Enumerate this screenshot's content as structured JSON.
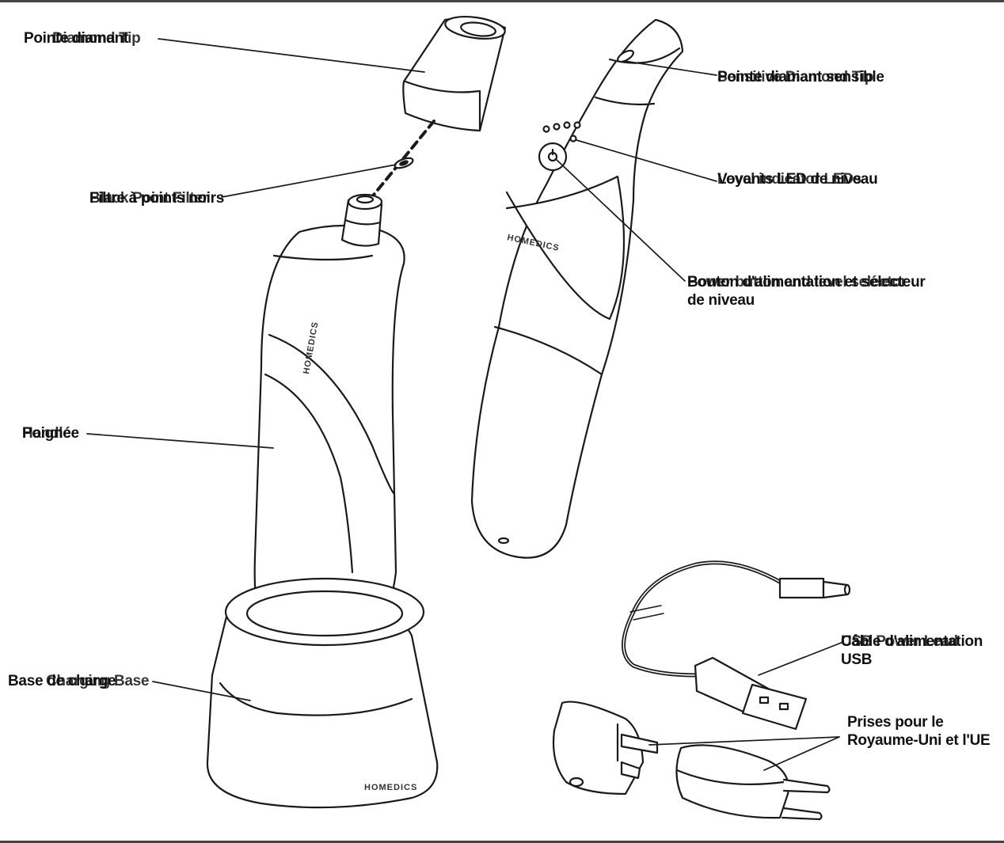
{
  "labels": {
    "diamond_tip": {
      "fr": "Pointe diamant",
      "en": "Diamond Tip"
    },
    "sensitive_tip": {
      "fr": "Pointe diamant sensible",
      "en": "Sensitive Diamond Tip"
    },
    "led": {
      "fr": "Voyants LED de niveau",
      "en": "Level indicator LEDs"
    },
    "power": {
      "fr": "Bouton d'alimentation et sélecteur",
      "en": "Power button and level selector",
      "line2": "de niveau"
    },
    "filter": {
      "fr": "Filtre à points noirs",
      "en": "Black Point Filter"
    },
    "handle": {
      "fr": "Poignée",
      "en": "Handle"
    },
    "base": {
      "fr": "Base de charge",
      "en": "Charging Base"
    },
    "usb": {
      "fr": "Câble d'alimentation",
      "en": "USB Power Lead",
      "line2": "USB"
    },
    "plugs": {
      "line1": "Prises pour le",
      "line2": "Royaume-Uni et l'UE"
    }
  },
  "brand": {
    "handle": "HOMEDICS",
    "back": "HOMEDICS",
    "base": "HOMEDICS"
  },
  "colors": {
    "line": "#1a1a1a",
    "fill": "#ffffff",
    "frame": "#444444"
  }
}
